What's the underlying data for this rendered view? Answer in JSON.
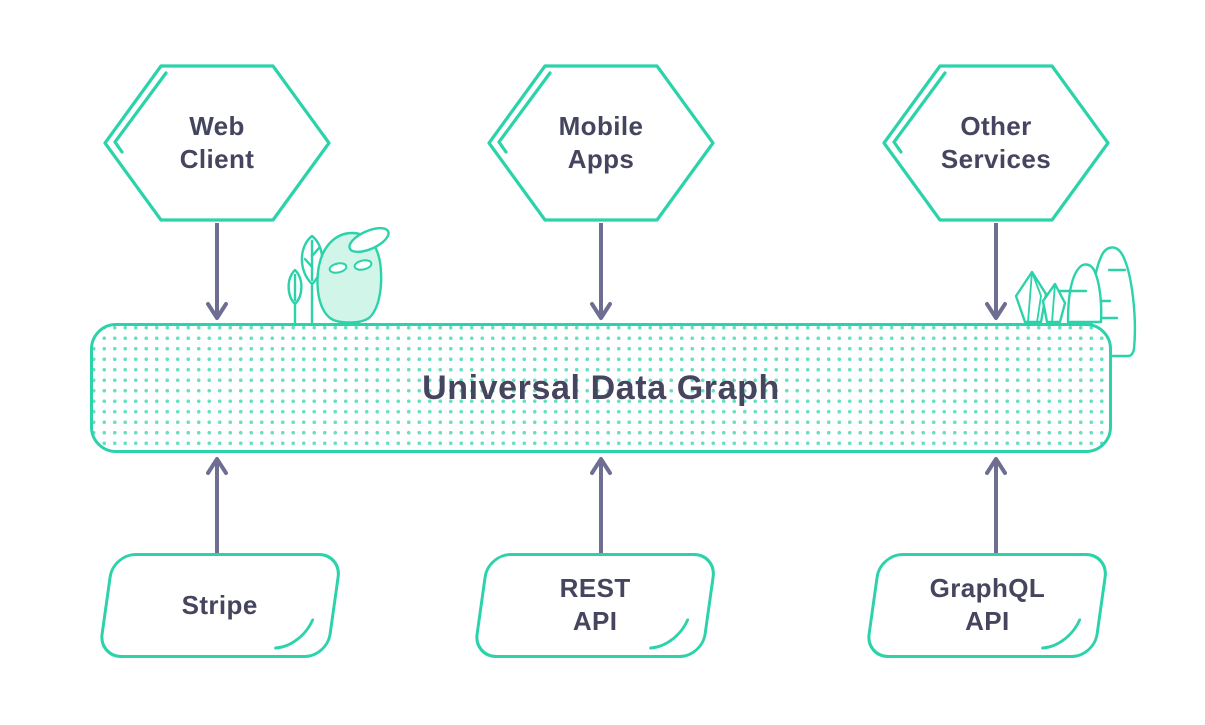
{
  "diagram": {
    "title": "Universal Data Graph",
    "top_nodes": [
      {
        "id": "web-client",
        "label": "Web\nClient"
      },
      {
        "id": "mobile-apps",
        "label": "Mobile\nApps"
      },
      {
        "id": "other-services",
        "label": "Other\nServices"
      }
    ],
    "bottom_nodes": [
      {
        "id": "stripe",
        "label": "Stripe"
      },
      {
        "id": "rest-api",
        "label": "REST\nAPI"
      },
      {
        "id": "graphql-api",
        "label": "GraphQL\nAPI"
      }
    ],
    "decorations": [
      "ghost-mascot",
      "leaf-plants",
      "crystals",
      "cactus-mounds"
    ]
  },
  "colors": {
    "accent_teal": "#2bd2aa",
    "dot_teal": "#66dfc2",
    "mascot_fill": "#d2f5e9",
    "text_dark": "#45455f",
    "arrow_purple": "#6e6e93"
  }
}
